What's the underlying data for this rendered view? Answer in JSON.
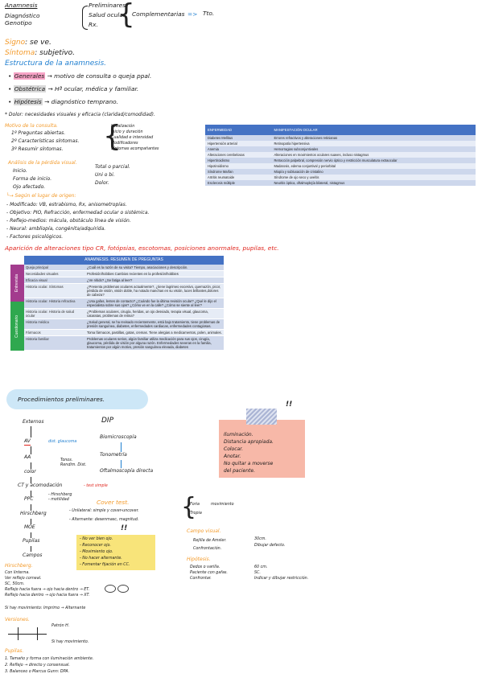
{
  "top": {
    "anamnesis": "Anamnesis",
    "diagnostico": "Diagnóstico",
    "genotipo": "Genotipo",
    "preliminares": "Preliminares.",
    "salud_ocular": "Salud ocular.",
    "rx": "Rx.",
    "complementarias": "Complementarias",
    "arrow": "=>",
    "tto": "Tto."
  },
  "signo": {
    "label": "Signo",
    "value": ": se ve."
  },
  "sintoma": {
    "label": "Síntoma",
    "value": ": subjetivo."
  },
  "estructura": {
    "title": "Estructura de la anamnesis.",
    "items": [
      {
        "key": "Generales",
        "text": "→ motivo de consulta o queja ppal."
      },
      {
        "key": "Obstétrica",
        "text": "→ Hª ocular, médica y familiar."
      },
      {
        "key": "Hipótesis",
        "text": "→ diagnóstico temprano."
      }
    ],
    "dolor": "* Dolor: necesidades visuales y eficacia (claridad/comodidad)."
  },
  "motivo": {
    "title": "Motivo de la consulta.",
    "steps": [
      "1º Preguntas abiertas.",
      "2º Características síntomas.",
      "3º Resumir síntomas."
    ],
    "side": [
      "Localización",
      "Inicio y duración",
      "Cualidad e intensidad",
      "Modificadores",
      "Síntomas acompañantes"
    ]
  },
  "analisis": {
    "title": "Análisis de la pérdida visual.",
    "left": [
      "Inicio.",
      "Forma de inicio.",
      "Ojo afectado."
    ],
    "right": [
      "Total o parcial.",
      "Uni o bi.",
      "Dolor."
    ],
    "segun": "└→ Según el lugar de origen:",
    "items": [
      "- Modificado: VB, estrabismo, Rx, anisometropías.",
      "- Objetivo: PIO, Refracción, enfermedad ocular o sistémica.",
      "- Reflejo-medios: mácula, obstáculo línea de visión.",
      "- Neural: ambliopía, congénita/adquirida.",
      "- Factores psicológicos."
    ]
  },
  "aparicion": "Aparición de alteraciones tipo CR, fotópsias, escotomas, posiciones anormales, pupilas, etc.",
  "disease_table": {
    "headers": [
      "ENFERMEDAD",
      "MANIFESTACIÓN OCULAR"
    ],
    "rows": [
      [
        "Diabetes Mellitus",
        "Errores refractivos y alteraciones retinianas"
      ],
      [
        "Hipertensión arterial",
        "Retinopatía hipertensiva"
      ],
      [
        "Anemia",
        "Hemorragias subconjuntivales"
      ],
      [
        "Alteraciones cerebelosas",
        "Alteraciones en movimientos oculares suaves, incluso nistagmus"
      ],
      [
        "Hipertiroidismo",
        "Retracción palpebral, compresión nervio óptico y restricción musculatura extraocular"
      ],
      [
        "Hipotiroidismo",
        "Madarosis, edema conjuntival y periorbital"
      ],
      [
        "Síndrome Marfan",
        "Miopía y subluxación de cristalino"
      ],
      [
        "Artritis reumatoide",
        "Síndrome de ojo seco y uveítis"
      ],
      [
        "Esclerosis múltiple",
        "Neuritis óptica, oftalmoplejía bilateral, nistagmus"
      ]
    ]
  },
  "question_table": {
    "title": "ANAMNESIS. RESUMEN DE PREGUNTAS",
    "sections": [
      "Entrevista",
      "Cuestionario"
    ],
    "rows": [
      [
        "Queja principal",
        "¿Cuál es la razón de su visita? Tiempo, asociaciones y descripción."
      ],
      [
        "Necesidades visuales",
        "Profesión/hobbies Cambios recientes en la profesión/hobbies"
      ],
      [
        "Eficacia visual",
        "¿Ve nítido? ¿Se fatiga al leer?"
      ],
      [
        "Historia ocular. Síntomas",
        "¿Presenta problemas oculares actualmente?, ¿tiene lagrimeo excesivo, quemazón, picor, pérdida de visión, visión doble, ha notado manchas en su visión, luces brillantes,dolores de cabeza?"
      ],
      [
        "Historia ocular. Historia refractiva",
        "¿Usa gafas, lentes de contacto? ¿Cuándo fue la última revisión ocular? ¿Qué le dijo el especialista sobre sus ojos? ¿Cómo ve en la calle? ¿Cómo se siente al leer?"
      ],
      [
        "Historia ocular. Historia de salud ocular",
        "¿Problemas oculares, cirugía, heridas, un ojo desviado, terapia visual, glaucoma, cataratas, problemas de retina?"
      ],
      [
        "Historia médica",
        "¿Salud general, se ha revisado recientemente, está bajo tratamiento, tiene problemas de presión sanguínea, diabetes, enfermedades cardiacas, enfermedades contagiosas."
      ],
      [
        "Fármacos",
        "Toma fármacos, pastillas, gotas, cremas. Tiene alergias a medicamentos, polen, animales."
      ],
      [
        "Historia familiar",
        "Problemas oculares serios, algún familiar utiliza medicación para sus ojos, cirugía, glaucoma, pérdida de visión por alguna razón. Enfermedades severas en la familia, tratamientos por algún motivo, presión sanguínea elevada, diabetes"
      ]
    ]
  },
  "procedimientos": {
    "title": "Procedimientos preliminares.",
    "marks": "!!",
    "flow_left": [
      "Externos",
      "AV",
      "dist. glaucoma",
      "AA",
      "color",
      "Tonos. Rendim. Dist.",
      "CT y acomodación",
      "- test simple",
      "PPC",
      "- Hirschberg",
      "- motilidad",
      "Hirschberg",
      "MOE",
      "Pupilas",
      "Campos"
    ],
    "flow_right": [
      "DIP",
      "Biomicroscopía",
      "Tonometría",
      "Oftalmoscopía directa"
    ],
    "note_box": [
      "Iluminación.",
      "Distancia apropiada.",
      "Colocar.",
      "Anotar.",
      "No quitar a moverse",
      "del paciente."
    ],
    "cover": {
      "title": "Cover test.",
      "lines": [
        "- Unilateral: simple y cover-uncover.",
        "- Alternante: desenmasc, magnitud."
      ]
    },
    "forias": {
      "label1": "Foria",
      "label2": "Tropia",
      "text1": "movimiento",
      "text2": ""
    },
    "yellow_note": [
      "- No ver bien ojo.",
      "- Reconocer ojo.",
      "- Movimiento ojo.",
      "- No hacer alternante.",
      "- Fomentar fijación en CC."
    ],
    "campo_visual": {
      "title": "Campo visual.",
      "rows": [
        [
          "Rejilla de Amsler.",
          "30cm.",
          "Dibujar defecto."
        ],
        [
          "Confrontación.",
          "",
          ""
        ]
      ]
    },
    "hipotesis": {
      "title": "Hipótesis.",
      "rows": [
        [
          "Dedos o varilla.",
          "60 cm."
        ],
        [
          "Paciente con gafas.",
          "SC."
        ],
        [
          "Confrontar.",
          "Indicar y dibujar restricción."
        ]
      ]
    },
    "hirschberg": {
      "title": "Hirschberg.",
      "lines": [
        "Con linterna.",
        "Ver reflejo corneal.",
        "SC, 50cm.",
        "Reflejo hacia fuera → ojo hacia dentro → ET.",
        "Reflejo hacia dentro → ojo hacia fuera → XT."
      ],
      "note": "Si hay movimiento: Imprimo → Alternante"
    },
    "versiones": {
      "title": "Versiones.",
      "lines": [
        "Patrón H.",
        "Si hay movimiento."
      ]
    },
    "pupilas": {
      "title": "Pupilas.",
      "lines": [
        "1. Tamaño y forma con iluminación ambiente.",
        "2. Reflejo → directo y consensual.",
        "3. Balanceo o Marcus Gunn: DPA."
      ]
    }
  }
}
